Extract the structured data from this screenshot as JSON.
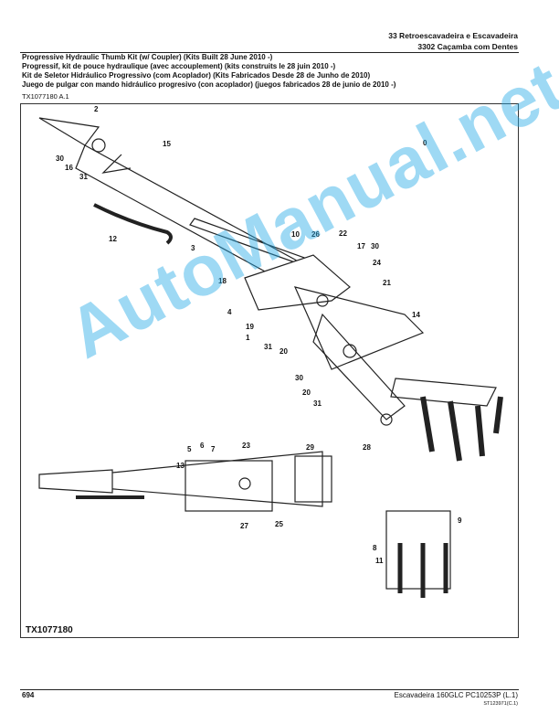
{
  "header": {
    "line1": "33 Retroescavadeira e Escavadeira",
    "line2": "3302 Caçamba com Dentes"
  },
  "titles": [
    "Progressive Hydraulic Thumb Kit (w/ Coupler) (Kits Built 28 June 2010 -)",
    "Progressif, kit de pouce hydraulique (avec accouplement) (kits construits le 28 juin 2010 -)",
    "Kit de Seletor Hidráulico Progressivo (com Acoplador) (Kits Fabricados Desde 28 de Junho de 2010)",
    "Juego de pulgar con mando hidráulico progresivo (con acoplador) (juegos fabricados 28 de junio de 2010 -)"
  ],
  "figure": {
    "ref_small": "TX1077180 A.1",
    "ref_big": "TX1077180",
    "callouts": [
      "0",
      "2",
      "30",
      "16",
      "31",
      "15",
      "12",
      "3",
      "10",
      "26",
      "22",
      "17",
      "30",
      "24",
      "21",
      "18",
      "4",
      "19",
      "1",
      "31",
      "20",
      "14",
      "30",
      "20",
      "31",
      "28",
      "5",
      "6",
      "7",
      "13",
      "23",
      "29",
      "27",
      "25",
      "9",
      "8",
      "11"
    ]
  },
  "watermark": "AutoManual.net",
  "footer": {
    "page_number": "694",
    "right_text": "Escavadeira 160GLC    PC10253P    (L.1)",
    "code": "ST123971(C.1)"
  }
}
